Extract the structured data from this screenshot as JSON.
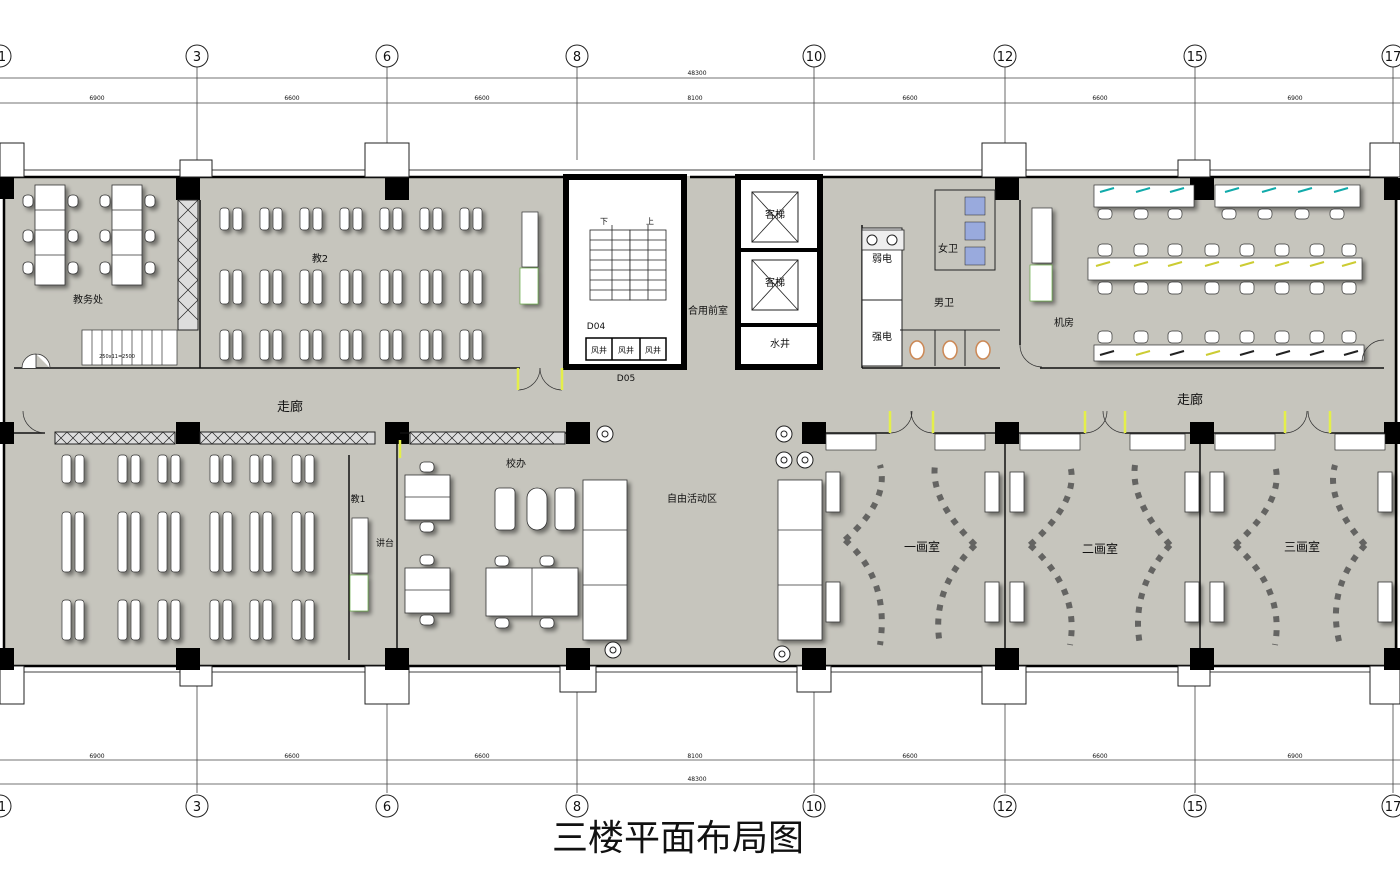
{
  "title": "三楼平面布局图",
  "axes": {
    "top": [
      "1",
      "3",
      "6",
      "8",
      "10",
      "12",
      "15",
      "17"
    ],
    "bottom": [
      "1",
      "3",
      "6",
      "8",
      "10",
      "12",
      "15",
      "17"
    ]
  },
  "dimensions": {
    "total": "48300",
    "segments": [
      "6900",
      "6600",
      "6600",
      "8100",
      "6600",
      "6600",
      "6900"
    ]
  },
  "rooms": {
    "jiaowuchu": "教务处",
    "jiao2": "教2",
    "jiao1": "教1",
    "jiangtai": "讲台",
    "xiaoban": "校办",
    "ziyou": "自由活动区",
    "hetai": "合用前室",
    "keti1": "客梯",
    "keti2": "客梯",
    "shuijing": "水井",
    "ruodian": "弱电",
    "qiangdian": "强电",
    "nvwei": "女卫",
    "nanwei": "男卫",
    "jifang": "机房",
    "corridor_left": "走廊",
    "corridor_right": "走廊",
    "hua1": "一画室",
    "hua2": "二画室",
    "hua3": "三画室",
    "stair_down": "下",
    "stair_up": "上",
    "d04": "D04",
    "d05": "D05",
    "fengjing": "风井",
    "stair_note": "250x11=2500"
  },
  "colors": {
    "floor": "#c6c5bd",
    "wall": "#000000",
    "furniture": "#ffffff",
    "accent": "#e4ef4a"
  }
}
